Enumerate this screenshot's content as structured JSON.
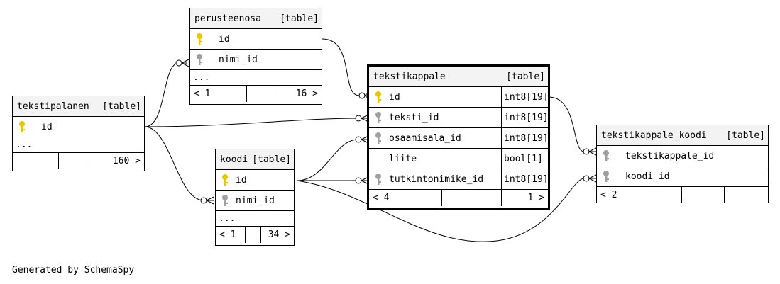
{
  "footer_text": "Generated by SchemaSpy",
  "colors": {
    "primary_key": "#e6c800",
    "foreign_key": "#a0a0a0"
  },
  "tables": {
    "perusteenosa": {
      "name": "perusteenosa",
      "kind": "[table]",
      "columns": [
        {
          "name": "id",
          "key": "primary"
        },
        {
          "name": "nimi_id",
          "key": "foreign"
        }
      ],
      "ellipsis": "...",
      "foot_left": "< 1",
      "foot_right": "16 >"
    },
    "tekstipalanen": {
      "name": "tekstipalanen",
      "kind": "[table]",
      "columns": [
        {
          "name": "id",
          "key": "primary"
        }
      ],
      "ellipsis": "...",
      "foot_right": "160 >"
    },
    "koodi": {
      "name": "koodi",
      "kind": "[table]",
      "columns": [
        {
          "name": "id",
          "key": "primary"
        },
        {
          "name": "nimi_id",
          "key": "foreign"
        }
      ],
      "ellipsis": "...",
      "foot_left": "< 1",
      "foot_right": "34 >"
    },
    "tekstikappale": {
      "name": "tekstikappale",
      "kind": "[table]",
      "columns": [
        {
          "name": "id",
          "type": "int8[19]",
          "key": "primary"
        },
        {
          "name": "teksti_id",
          "type": "int8[19]",
          "key": "foreign"
        },
        {
          "name": "osaamisala_id",
          "type": "int8[19]",
          "key": "foreign"
        },
        {
          "name": "liite",
          "type": "bool[1]",
          "key": "none"
        },
        {
          "name": "tutkintonimike_id",
          "type": "int8[19]",
          "key": "foreign"
        }
      ],
      "foot_left": "< 4",
      "foot_right": "1 >"
    },
    "tekstikappale_koodi": {
      "name": "tekstikappale_koodi",
      "kind": "[table]",
      "columns": [
        {
          "name": "tekstikappale_id",
          "key": "foreign"
        },
        {
          "name": "koodi_id",
          "key": "foreign"
        }
      ],
      "foot_left": "< 2"
    }
  }
}
